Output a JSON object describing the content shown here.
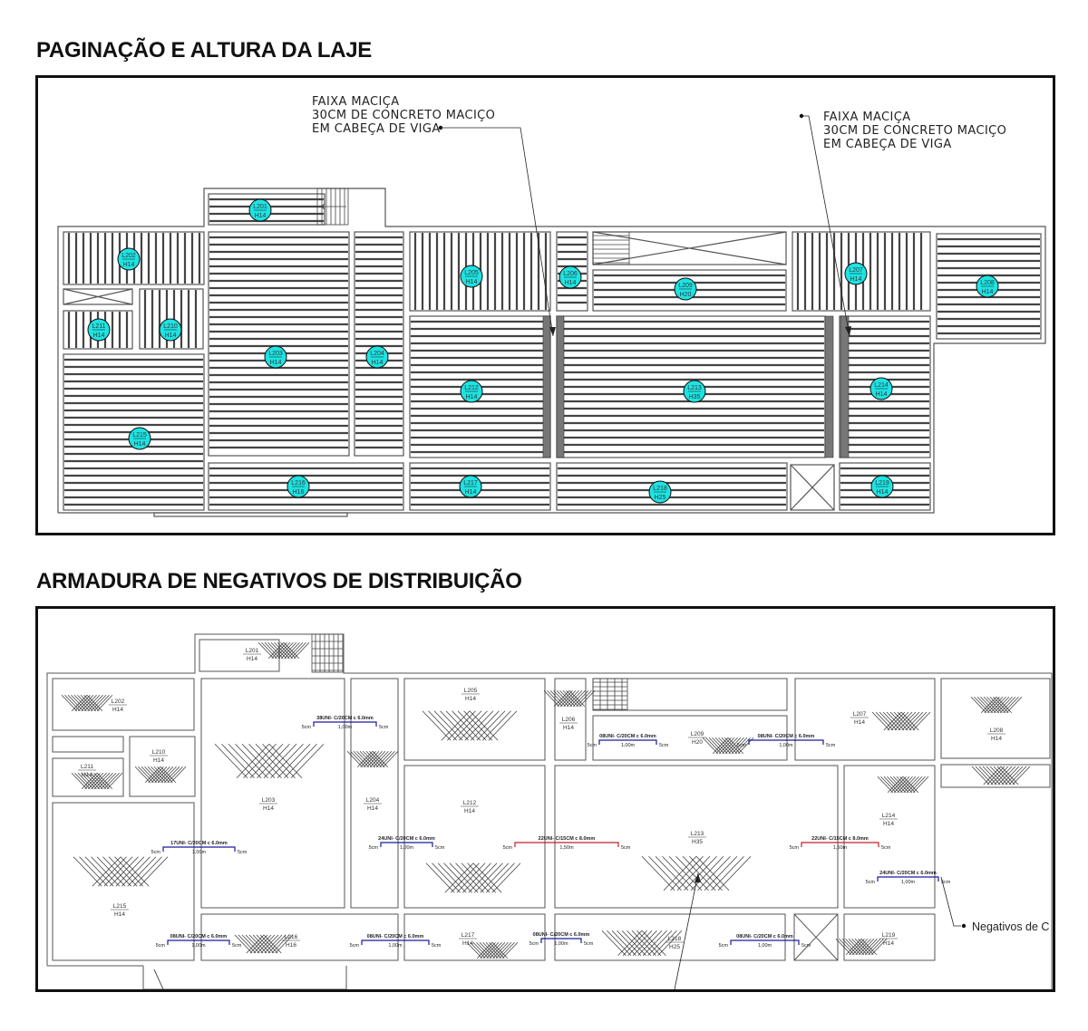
{
  "section1": {
    "title": "PAGINAÇÃO E ALTURA DA LAJE",
    "note_left": [
      "FAIXA MACIÇA",
      "30CM DE CONCRETO MACIÇO",
      "EM CABEÇA DE VIGA"
    ],
    "note_right": [
      "FAIXA MACIÇA",
      "30CM DE CONCRETO MACIÇO",
      "EM CABEÇA DE VIGA"
    ],
    "slabs": [
      {
        "id": "L201",
        "h": "H14"
      },
      {
        "id": "L202",
        "h": "H14"
      },
      {
        "id": "L203",
        "h": "H14"
      },
      {
        "id": "L204",
        "h": "H14"
      },
      {
        "id": "L205",
        "h": "H14"
      },
      {
        "id": "L206",
        "h": "H14"
      },
      {
        "id": "L207",
        "h": "H14"
      },
      {
        "id": "L208",
        "h": "H14"
      },
      {
        "id": "L209",
        "h": "H20"
      },
      {
        "id": "L210",
        "h": "H14"
      },
      {
        "id": "L211",
        "h": "H14"
      },
      {
        "id": "L212",
        "h": "H14"
      },
      {
        "id": "L213",
        "h": "H35"
      },
      {
        "id": "L214",
        "h": "H14"
      },
      {
        "id": "L215",
        "h": "H14"
      },
      {
        "id": "L216",
        "h": "H16"
      },
      {
        "id": "L217",
        "h": "H14"
      },
      {
        "id": "L218",
        "h": "H25"
      },
      {
        "id": "L219",
        "h": "H14"
      }
    ]
  },
  "section2": {
    "title": "ARMADURA DE NEGATIVOS DE DISTRIBUIÇÃO",
    "callout": "Negativos de C",
    "slabs": [
      {
        "id": "L201",
        "h": "H14"
      },
      {
        "id": "L202",
        "h": "H14"
      },
      {
        "id": "L203",
        "h": "H14"
      },
      {
        "id": "L204",
        "h": "H14"
      },
      {
        "id": "L205",
        "h": "H14"
      },
      {
        "id": "L206",
        "h": "H14"
      },
      {
        "id": "L207",
        "h": "H14"
      },
      {
        "id": "L208",
        "h": "H14"
      },
      {
        "id": "L209",
        "h": "H20"
      },
      {
        "id": "L210",
        "h": "H14"
      },
      {
        "id": "L211",
        "h": "H14"
      },
      {
        "id": "L212",
        "h": "H14"
      },
      {
        "id": "L213",
        "h": "H35"
      },
      {
        "id": "L214",
        "h": "H14"
      },
      {
        "id": "L215",
        "h": "H14"
      },
      {
        "id": "L216",
        "h": "H16"
      },
      {
        "id": "L217",
        "h": "H14"
      },
      {
        "id": "L218",
        "h": "H25"
      },
      {
        "id": "L219",
        "h": "H14"
      }
    ],
    "rebars": [
      {
        "label": "38UNI- C/20CM c 6.0mm",
        "left": "5cm",
        "mid": "1,00m",
        "right": "5cm",
        "color": "#1a1aa0"
      },
      {
        "label": "08UNI- C/20CM c 6.0mm",
        "left": "5cm",
        "mid": "1,00m",
        "right": "5cm",
        "color": "#1a1aa0"
      },
      {
        "label": "08UNI- C/20CM c 6.0mm",
        "left": "5cm",
        "mid": "1,00m",
        "right": "5cm",
        "color": "#1a1aa0"
      },
      {
        "label": "17UNI- C/20CM c 6.0mm",
        "left": "5cm",
        "mid": "1,00m",
        "right": "5cm",
        "color": "#1a1aa0"
      },
      {
        "label": "24UNI- C/20CM c 6.0mm",
        "left": "5cm",
        "mid": "1,00m",
        "right": "5cm",
        "color": "#1a1aa0"
      },
      {
        "label": "22UNI- C/15CM c 8.0mm",
        "left": "5cm",
        "mid": "1,50m",
        "right": "5cm",
        "color": "#c0202a"
      },
      {
        "label": "22UNI- C/15CM c 8.0mm",
        "left": "5cm",
        "mid": "1,50m",
        "right": "5cm",
        "color": "#c0202a"
      },
      {
        "label": "24UNI- C/20CM c 6.0mm",
        "left": "5cm",
        "mid": "1,00m",
        "right": "5cm",
        "color": "#1a1aa0"
      },
      {
        "label": "08UNI- C/20CM c 6.0mm",
        "left": "5cm",
        "mid": "1,00m",
        "right": "5cm",
        "color": "#1a1aa0"
      },
      {
        "label": "08UNI- C/20CM c 6.0mm",
        "left": "5cm",
        "mid": "1,00m",
        "right": "5cm",
        "color": "#1a1aa0"
      },
      {
        "label": "08UNI- C/20CM c 6.0mm",
        "left": "5cm",
        "mid": "1,00m",
        "right": "5cm",
        "color": "#1a1aa0"
      },
      {
        "label": "08UNI- C/20CM c 6.0mm",
        "left": "5cm",
        "mid": "1,00m",
        "right": "5cm",
        "color": "#1a1aa0"
      }
    ]
  },
  "colors": {
    "tag_fill": "#1ee3e3",
    "line": "#333333",
    "rebar_blue": "#1a1aa0",
    "rebar_red": "#c0202a"
  }
}
